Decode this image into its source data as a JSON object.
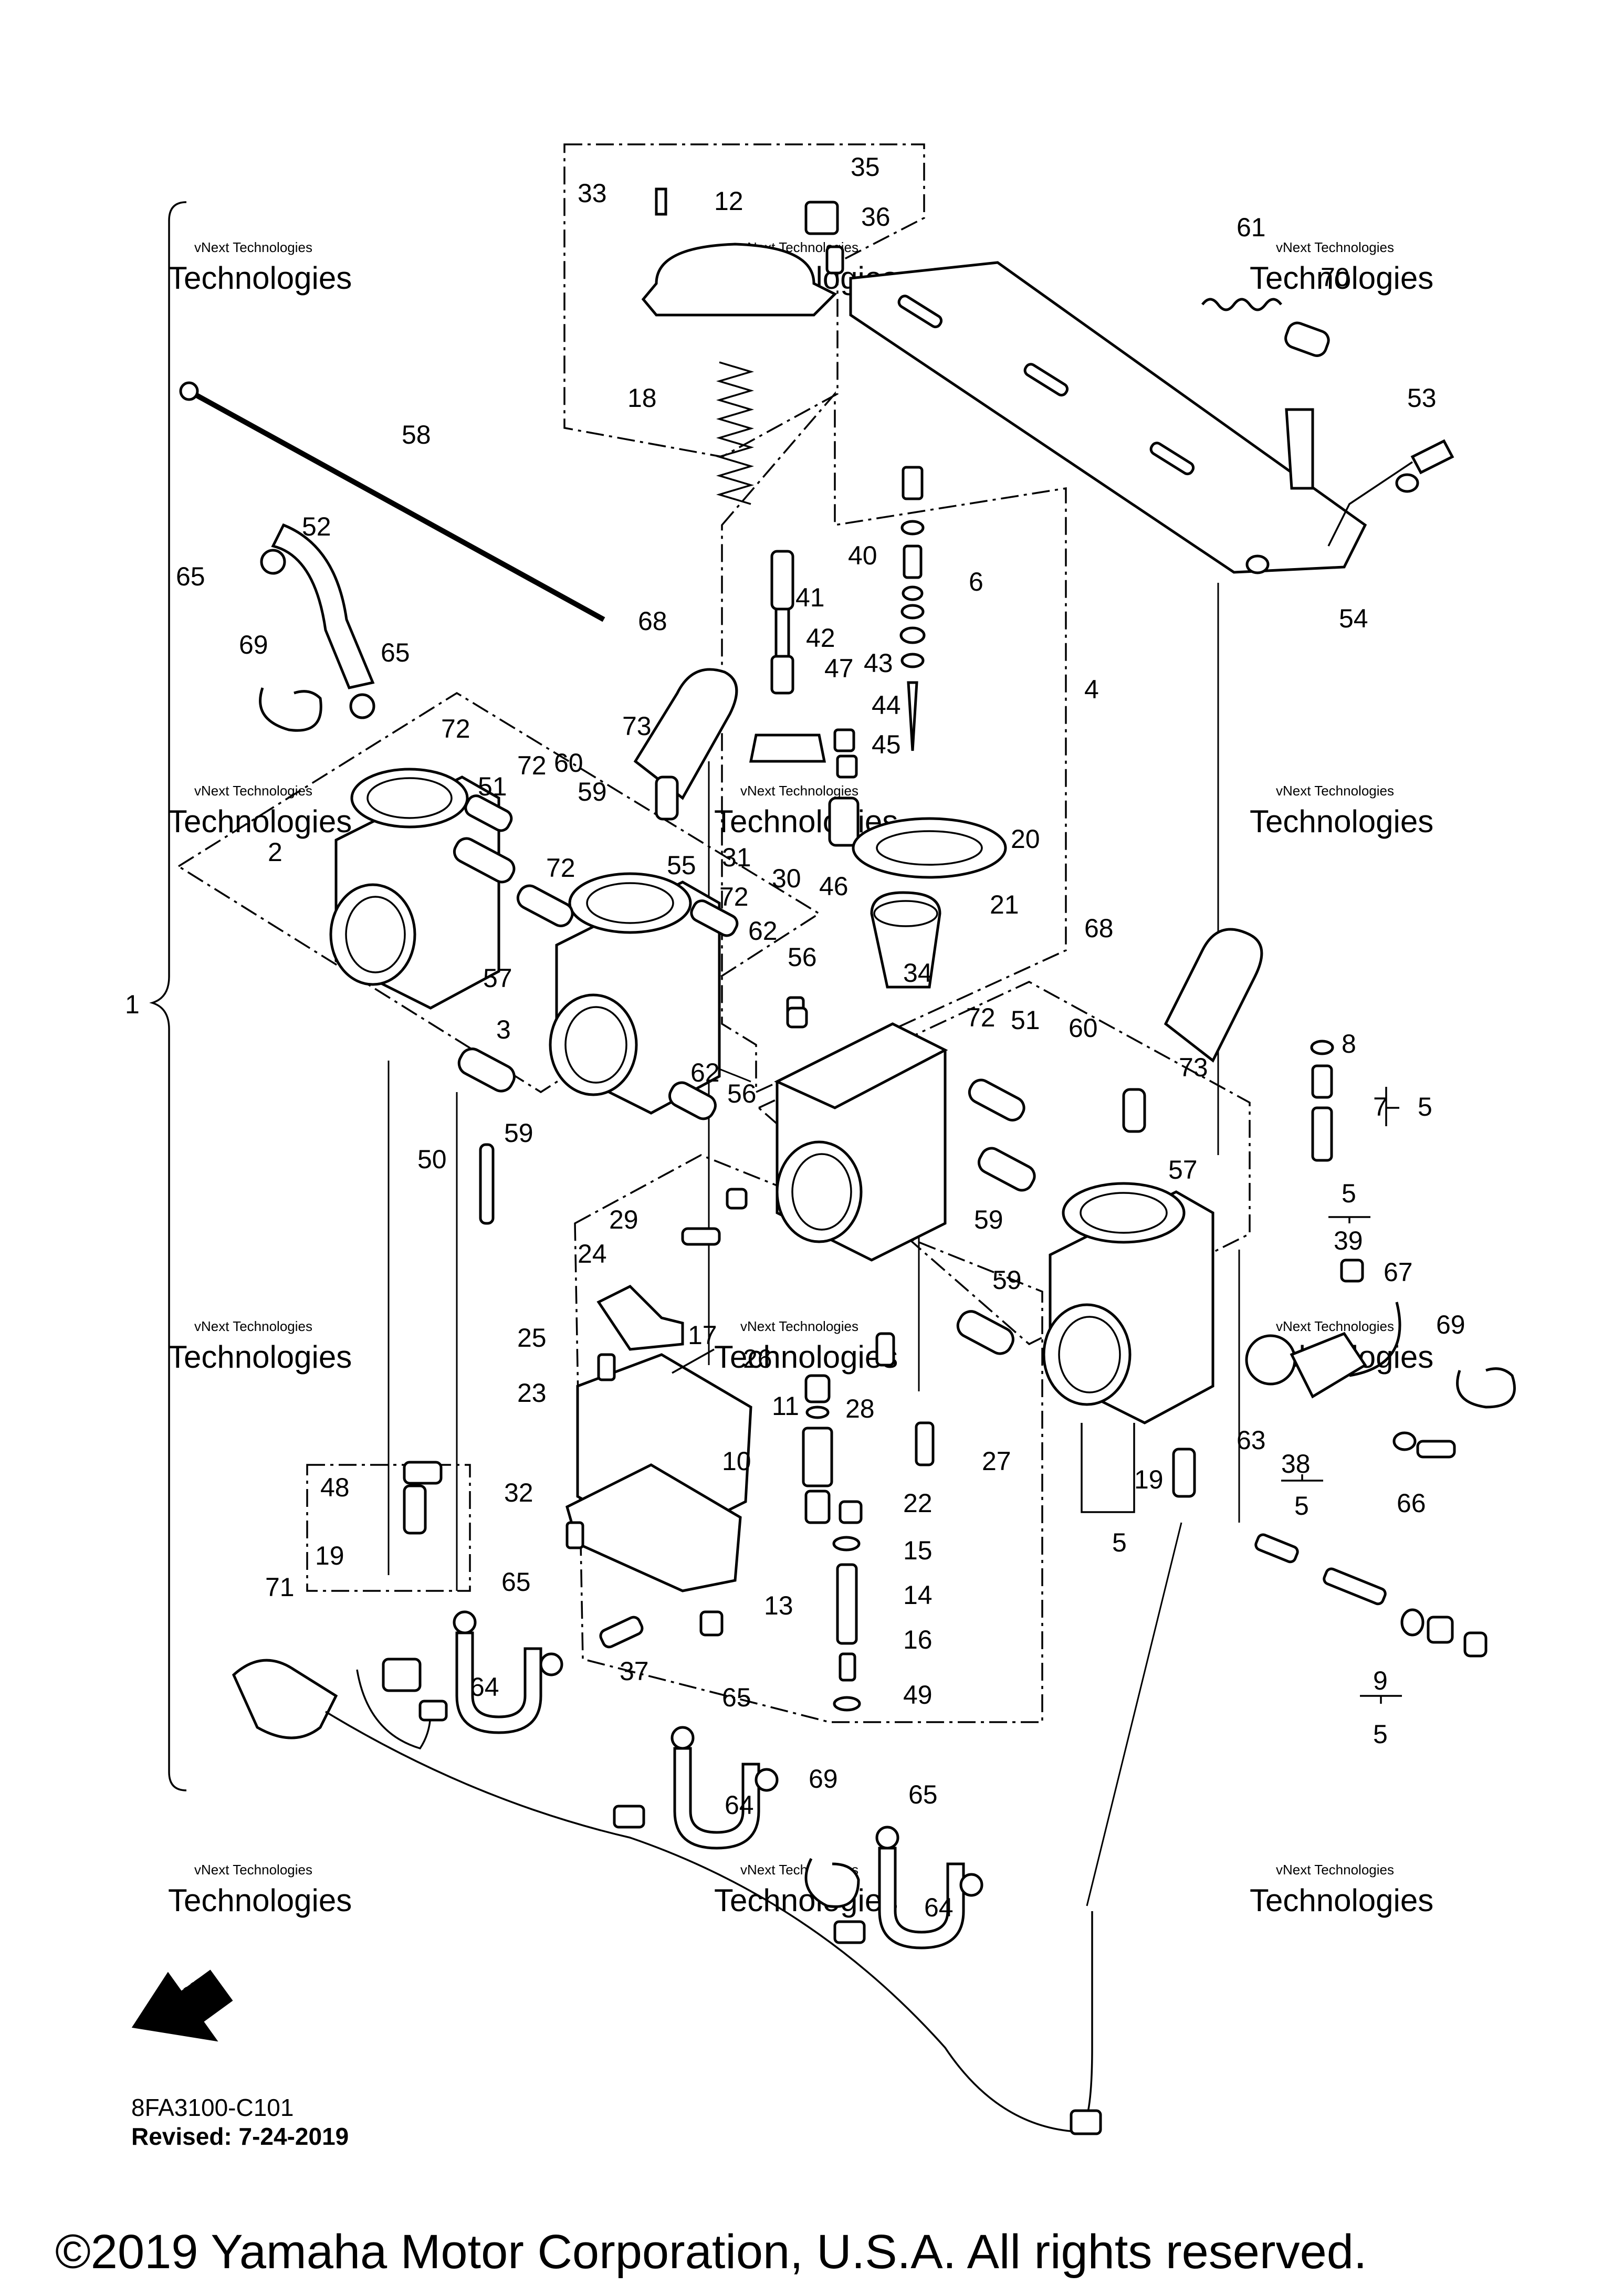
{
  "callouts": {
    "c1": "1",
    "c2": "2",
    "c3": "3",
    "c4": "4",
    "c5a": "5",
    "c5b": "5",
    "c5c": "5",
    "c5d": "5",
    "c5e": "5",
    "c6": "6",
    "c7": "7",
    "c8": "8",
    "c9": "9",
    "c10": "10",
    "c11": "11",
    "c12": "12",
    "c13": "13",
    "c14": "14",
    "c15": "15",
    "c16": "16",
    "c17": "17",
    "c18": "18",
    "c19a": "19",
    "c19b": "19",
    "c20": "20",
    "c21": "21",
    "c22": "22",
    "c23": "23",
    "c24": "24",
    "c25": "25",
    "c26": "26",
    "c27": "27",
    "c28": "28",
    "c29": "29",
    "c30": "30",
    "c31": "31",
    "c32": "32",
    "c33": "33",
    "c34": "34",
    "c35": "35",
    "c36": "36",
    "c37": "37",
    "c38": "38",
    "c39": "39",
    "c40": "40",
    "c41": "41",
    "c42": "42",
    "c43": "43",
    "c44": "44",
    "c45": "45",
    "c46": "46",
    "c47": "47",
    "c48": "48",
    "c49": "49",
    "c50": "50",
    "c51a": "51",
    "c51b": "51",
    "c52": "52",
    "c53": "53",
    "c54": "54",
    "c55": "55",
    "c56a": "56",
    "c56b": "56",
    "c57a": "57",
    "c57b": "57",
    "c58": "58",
    "c59a": "59",
    "c59b": "59",
    "c59c": "59",
    "c59d": "59",
    "c60a": "60",
    "c60b": "60",
    "c61": "61",
    "c62a": "62",
    "c62b": "62",
    "c63": "63",
    "c64a": "64",
    "c64b": "64",
    "c64c": "64",
    "c65a": "65",
    "c65b": "65",
    "c65c": "65",
    "c65d": "65",
    "c65e": "65",
    "c66": "66",
    "c67": "67",
    "c68a": "68",
    "c68b": "68",
    "c69a": "69",
    "c69b": "69",
    "c69c": "69",
    "c70": "70",
    "c71": "71",
    "c72a": "72",
    "c72b": "72",
    "c72c": "72",
    "c72d": "72",
    "c72e": "72",
    "c73a": "73",
    "c73b": "73"
  },
  "watermark_text": "vNext Technologies",
  "watermark_sub": "Technologies",
  "fwd_label": "FWD",
  "drawing_id": "8FA3100-C101",
  "revised": "Revised: 7-24-2019",
  "copyright": "©2019 Yamaha Motor Corporation, U.S.A. All rights reserved."
}
